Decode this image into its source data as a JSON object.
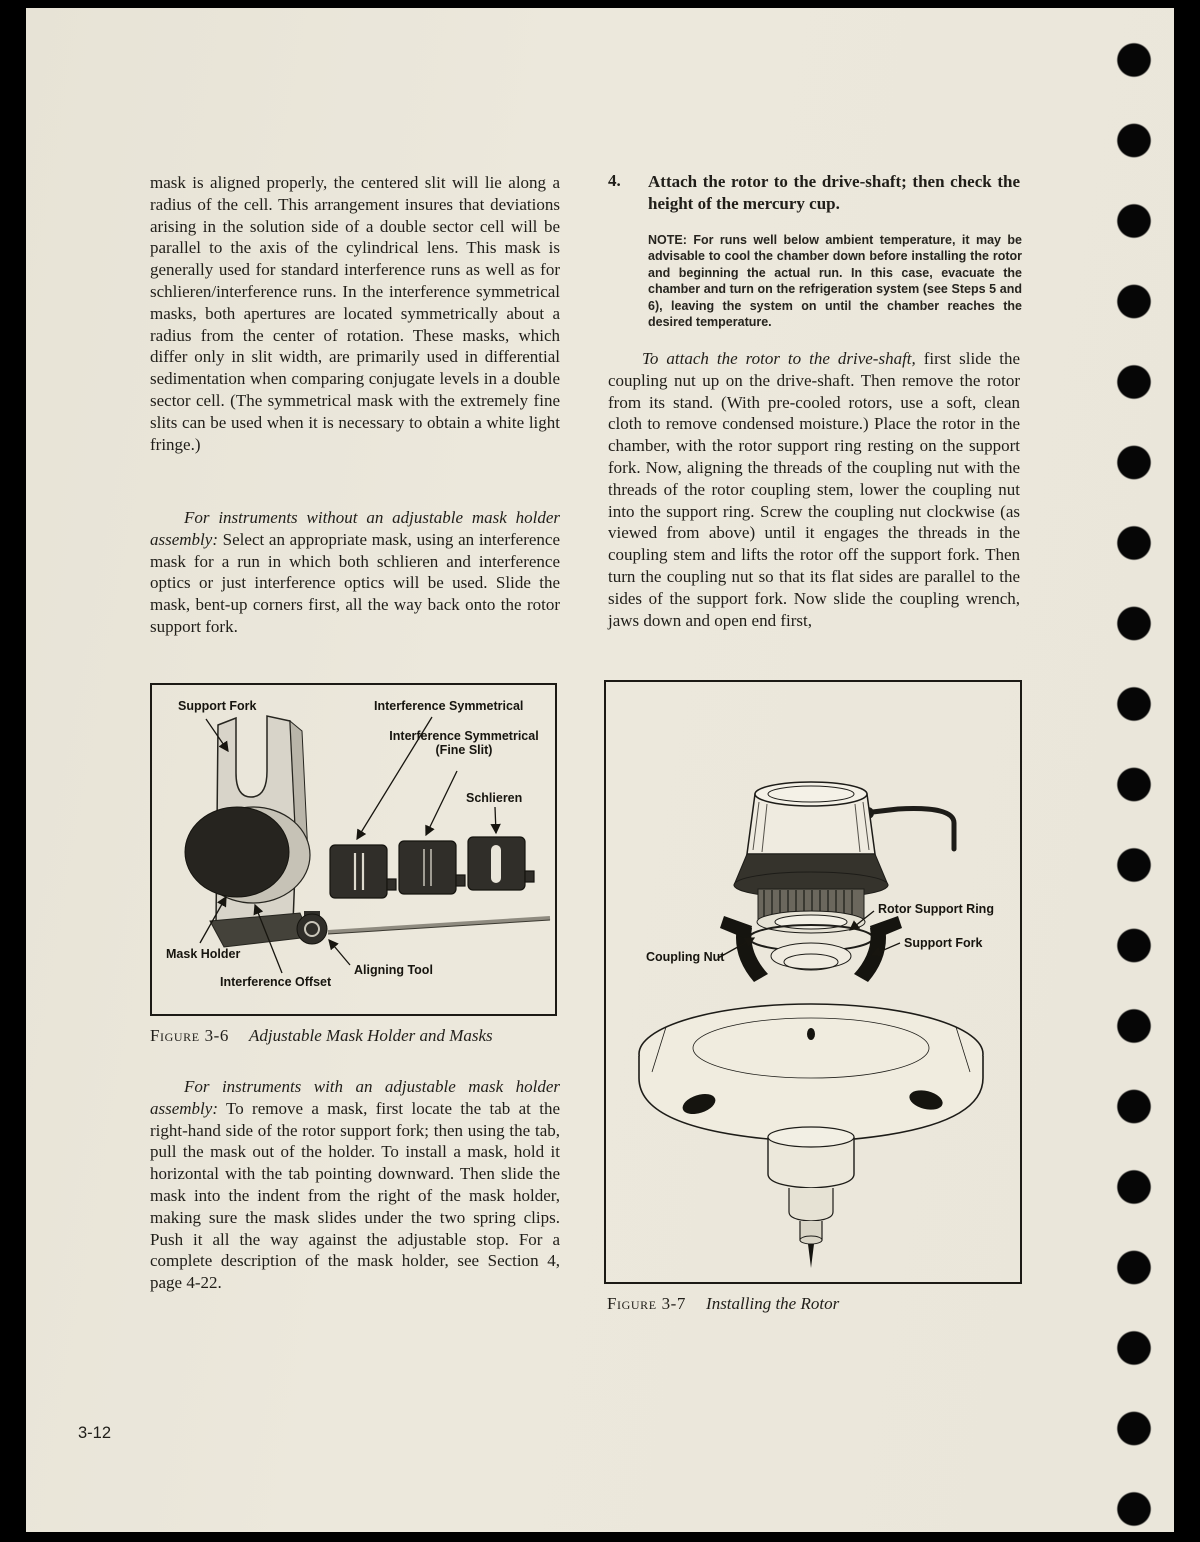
{
  "page": {
    "number": "3-12"
  },
  "left_column": {
    "para1": "mask is aligned properly, the centered slit will lie along a radius of the cell. This arrangement insures that deviations arising in the solution side of a double sector cell will be parallel to the axis of the cylindrical lens. This mask is generally used for standard interference runs as well as for schlieren/interference runs. In the interference symmetrical masks, both apertures are located symmetrically about a radius from the center of rotation. These masks, which differ only in slit width, are primarily used in differential sedimentation when comparing conjugate levels in a double sector cell. (The symmetrical mask with the extremely fine slits can be used when it is necessary to obtain a white light fringe.)",
    "para2_lead": "For instruments without an adjustable mask holder assembly:",
    "para2_rest": " Select an appropriate mask, using an interference mask for a run in which both schlieren and interference optics or just interference optics will be used. Slide the mask, bent-up corners first, all the way back onto the rotor support fork.",
    "para3_lead": "For instruments with an adjustable mask holder assembly:",
    "para3_rest": " To remove a mask, first locate the tab at the right-hand side of the rotor support fork; then using the tab, pull the mask out of the holder. To install a mask, hold it horizontal with the tab pointing downward. Then slide the mask into the indent from the right of the mask holder, making sure the mask slides under the two spring clips. Push it all the way against the adjustable stop. For a complete description of the mask holder, see Section 4, page 4-22."
  },
  "figure_3_6": {
    "caption_label": "Figure 3-6",
    "caption_title": "Adjustable Mask Holder and Masks",
    "labels": {
      "support_fork": "Support Fork",
      "interference_symmetrical": "Interference Symmetrical",
      "interference_symmetrical_2": "Interference Symmetrical",
      "fine_slit": "(Fine Slit)",
      "schlieren": "Schlieren",
      "mask_holder": "Mask Holder",
      "interference_offset": "Interference Offset",
      "aligning_tool": "Aligning Tool"
    }
  },
  "right_column": {
    "step_number": "4.",
    "step_heading": "Attach the rotor to the drive-shaft; then check the height of the mercury cup.",
    "note_label": "NOTE:",
    "note_body": " For runs well below ambient temperature, it may be advisable to cool the chamber down before installing the rotor and beginning the actual run. In this case, evacuate the chamber and turn on the refrigeration system (see Steps 5 and 6), leaving the system on until the chamber reaches the desired temperature.",
    "para_lead": "To attach the rotor to the drive-shaft,",
    "para_rest": " first slide the coupling nut up on the drive-shaft. Then remove the rotor from its stand. (With pre-cooled rotors, use a soft, clean cloth to remove condensed moisture.) Place the rotor in the chamber, with the rotor support ring resting on the support fork. Now, aligning the threads of the coupling nut with the threads of the rotor coupling stem, lower the coupling nut into the support ring. Screw the coupling nut clockwise (as viewed from above) until it engages the threads in the coupling stem and lifts the rotor off the support fork. Then turn the coupling nut so that its flat sides are parallel to the sides of the support fork. Now slide the coupling wrench, jaws down and open end first,"
  },
  "figure_3_7": {
    "caption_label": "Figure 3-7",
    "caption_title": "Installing the Rotor",
    "labels": {
      "rotor_support_ring": "Rotor Support Ring",
      "coupling_nut": "Coupling Nut",
      "support_fork": "Support Fork"
    }
  }
}
